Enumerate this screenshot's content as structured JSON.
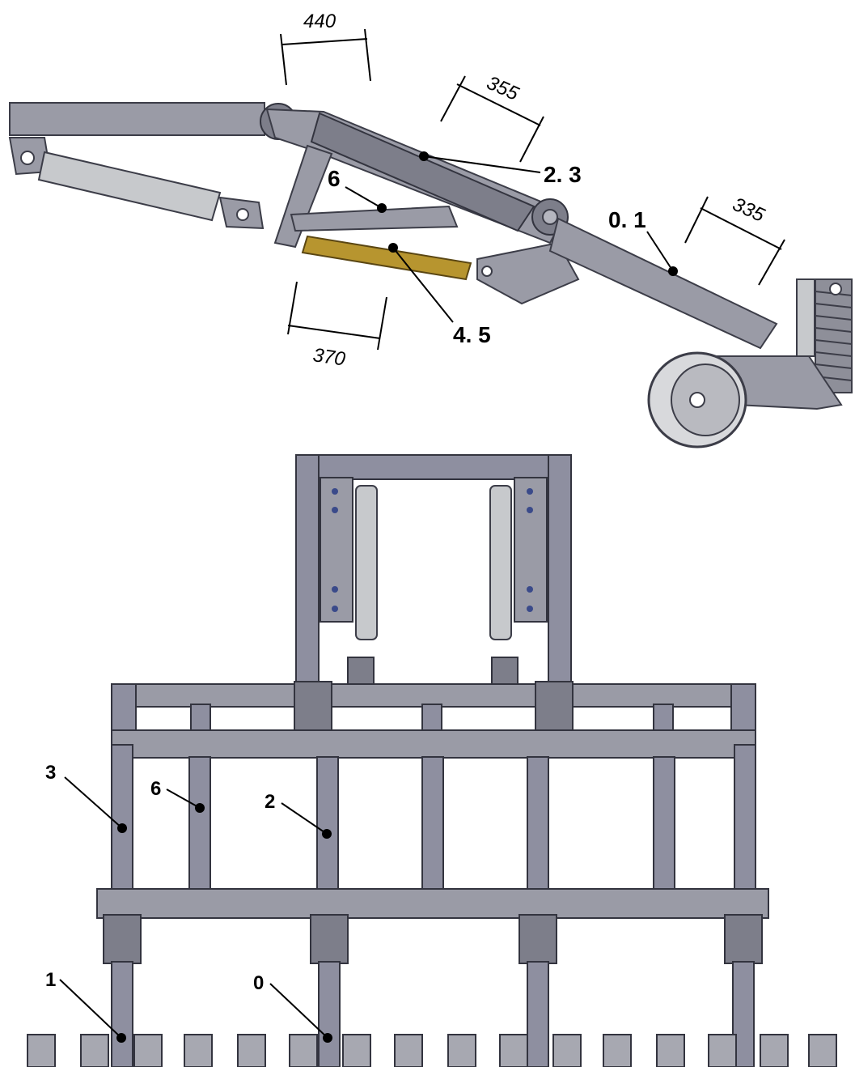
{
  "side_view": {
    "dimensions": [
      {
        "id": "dim-440",
        "text": "440"
      },
      {
        "id": "dim-355",
        "text": "355"
      },
      {
        "id": "dim-335",
        "text": "335"
      },
      {
        "id": "dim-370",
        "text": "370"
      }
    ],
    "labels": [
      {
        "id": "label-2-3",
        "text": "2. 3"
      },
      {
        "id": "label-6",
        "text": "6"
      },
      {
        "id": "label-0-1",
        "text": "0. 1"
      },
      {
        "id": "label-4-5",
        "text": "4. 5"
      }
    ]
  },
  "front_view": {
    "labels": [
      {
        "id": "label-3",
        "text": "3"
      },
      {
        "id": "label-6",
        "text": "6"
      },
      {
        "id": "label-2",
        "text": "2"
      },
      {
        "id": "label-1",
        "text": "1"
      },
      {
        "id": "label-0",
        "text": "0"
      }
    ]
  },
  "colors": {
    "steel": "#9a9ba6",
    "steel_dark": "#7d7e8a",
    "cylinder": "#c7c9cc",
    "highlight_tube": "#b7952f",
    "outline": "#3c3d48"
  }
}
